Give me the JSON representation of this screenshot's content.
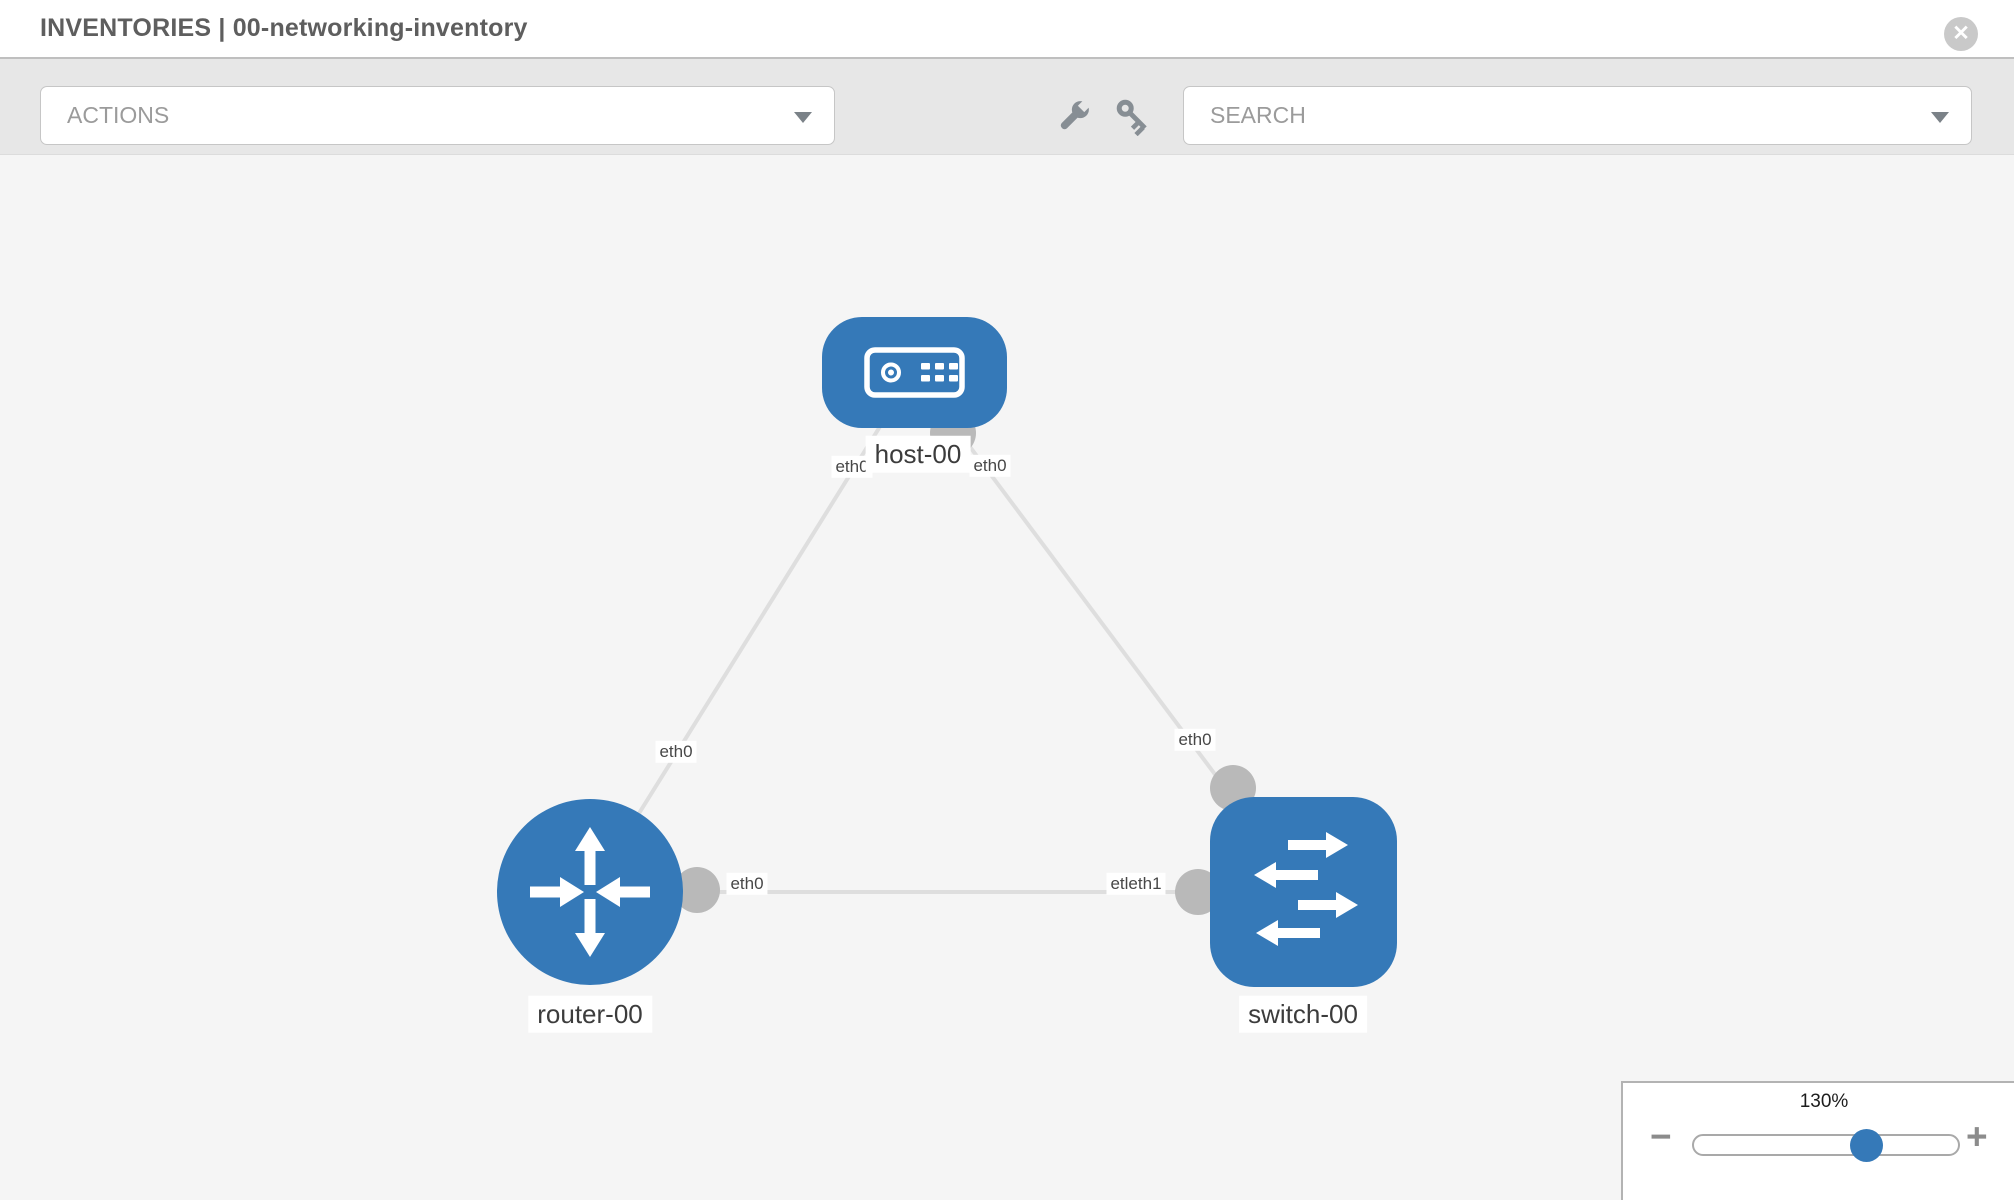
{
  "header": {
    "title": "INVENTORIES | 00-networking-inventory"
  },
  "toolbar": {
    "actions_label": "ACTIONS",
    "search_placeholder": "SEARCH"
  },
  "topology": {
    "nodes": [
      {
        "type": "host",
        "icon": "server-icon",
        "label": "host-00"
      },
      {
        "type": "router",
        "icon": "router-arrows-icon",
        "label": "router-00"
      },
      {
        "type": "switch",
        "icon": "switch-arrows-icon",
        "label": "switch-00"
      }
    ],
    "links": [
      {
        "from": "host-00",
        "to": "router-00"
      },
      {
        "from": "host-00",
        "to": "switch-00"
      },
      {
        "from": "router-00",
        "to": "switch-00"
      }
    ],
    "interface_labels": {
      "host_left": "eth0",
      "host_right": "eth0",
      "router_top": "eth0",
      "switch_top": "eth0",
      "link_router_side": "eth0",
      "link_switch_side": "etleth1"
    }
  },
  "zoom_control": {
    "level": "130%",
    "minus_label": "−",
    "plus_label": "+"
  },
  "icons": {
    "close_glyph": "✕",
    "names": [
      "close-icon",
      "chevron-down-icon",
      "wrench-icon",
      "key-icon"
    ]
  },
  "colors": {
    "node_blue": "#3579b8",
    "interface_gray": "#b9b9b9",
    "link_gray": "#dedede",
    "toolbar_bg": "#e7e7e7",
    "canvas_bg": "#f5f5f5"
  }
}
